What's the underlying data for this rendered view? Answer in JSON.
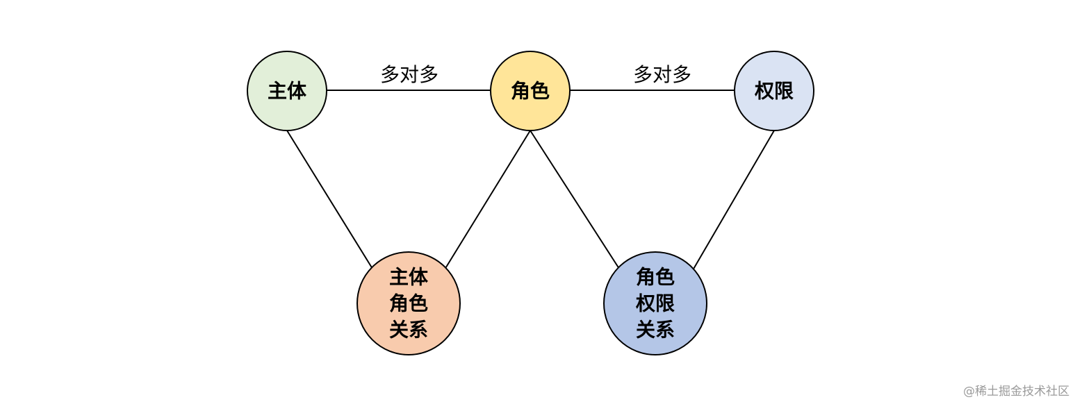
{
  "diagram": {
    "nodes": [
      {
        "id": "subject",
        "lines": [
          "主体"
        ],
        "fill": "#e2efd9"
      },
      {
        "id": "role",
        "lines": [
          "角色"
        ],
        "fill": "#ffe599"
      },
      {
        "id": "permission",
        "lines": [
          "权限"
        ],
        "fill": "#dae3f3"
      },
      {
        "id": "subject-role-relation",
        "lines": [
          "主体",
          "角色",
          "关系"
        ],
        "fill": "#f8cbad"
      },
      {
        "id": "role-permission-relation",
        "lines": [
          "角色",
          "权限",
          "关系"
        ],
        "fill": "#b4c6e7"
      }
    ],
    "edges": [
      {
        "from": "subject",
        "to": "role",
        "label": "多对多"
      },
      {
        "from": "role",
        "to": "permission",
        "label": "多对多"
      },
      {
        "from": "subject",
        "to": "subject-role-relation",
        "label": ""
      },
      {
        "from": "role",
        "to": "subject-role-relation",
        "label": ""
      },
      {
        "from": "role",
        "to": "role-permission-relation",
        "label": ""
      },
      {
        "from": "permission",
        "to": "role-permission-relation",
        "label": ""
      }
    ],
    "stroke_color": "#000000"
  },
  "watermark": "@稀土掘金技术社区"
}
